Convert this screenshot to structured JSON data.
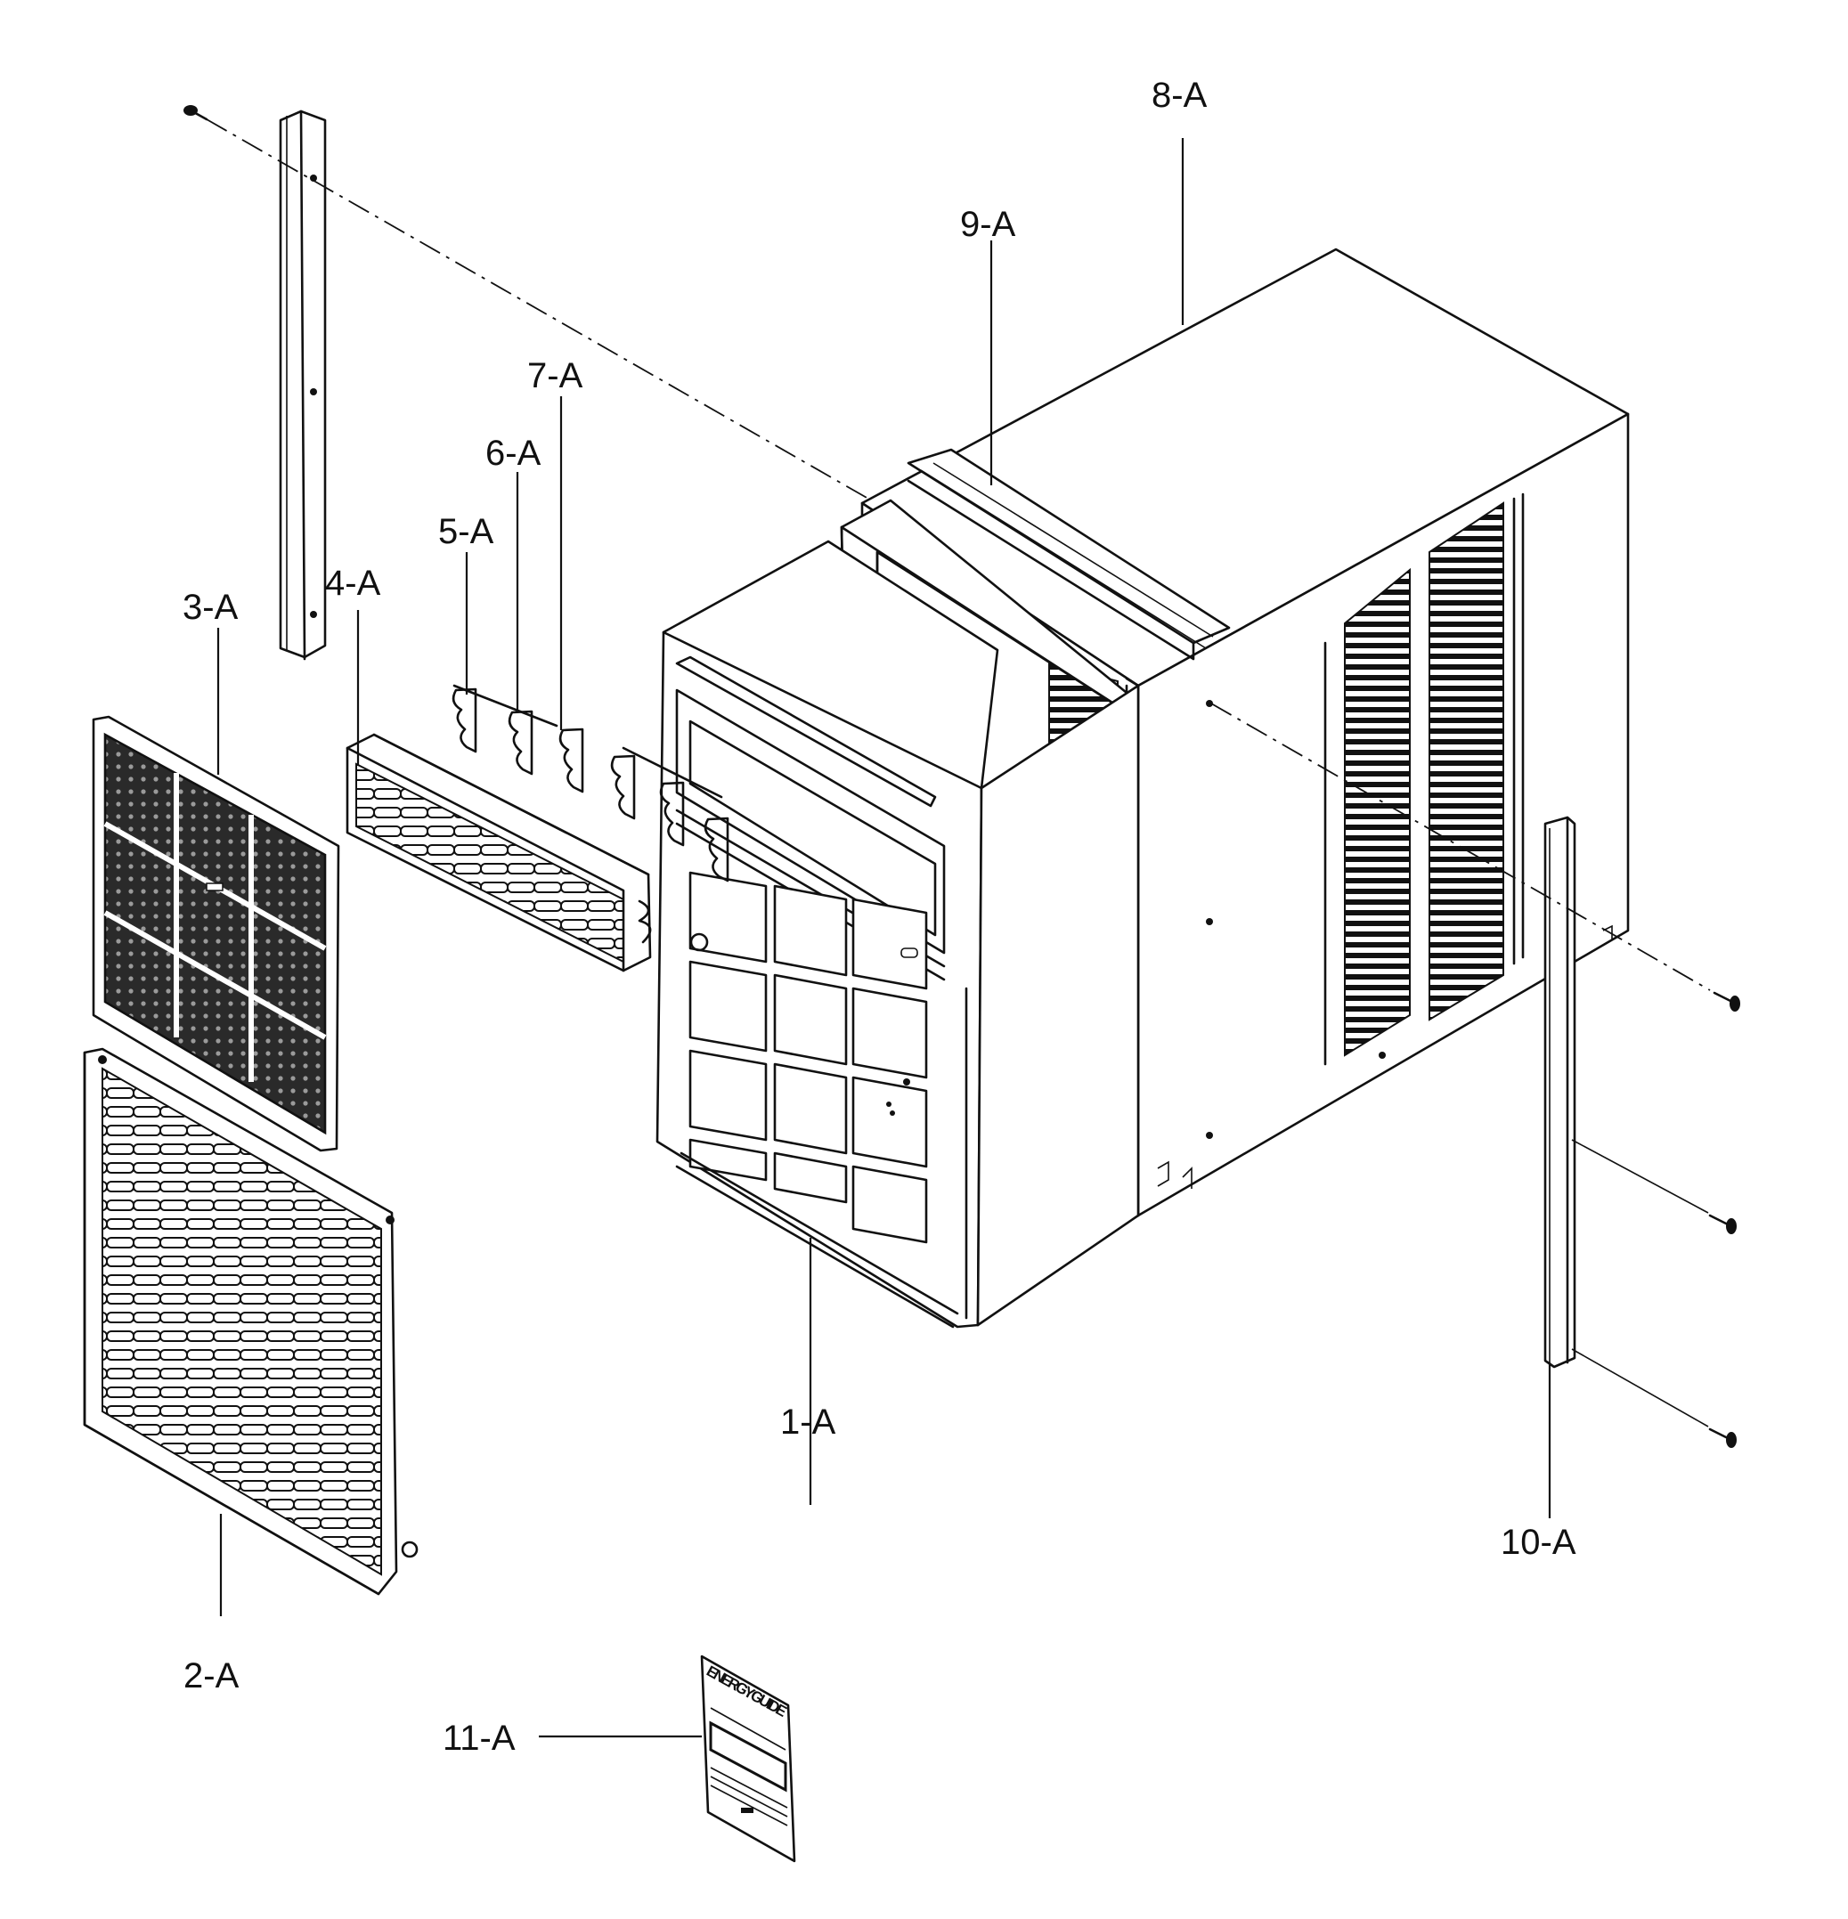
{
  "labels": {
    "p1": "1-A",
    "p2": "2-A",
    "p3": "3-A",
    "p4": "4-A",
    "p5": "5-A",
    "p6": "6-A",
    "p7": "7-A",
    "p8": "8-A",
    "p9": "9-A",
    "p10": "10-A",
    "p11": "11-A"
  },
  "energy_label": {
    "title": "ENERGYGUIDE"
  }
}
